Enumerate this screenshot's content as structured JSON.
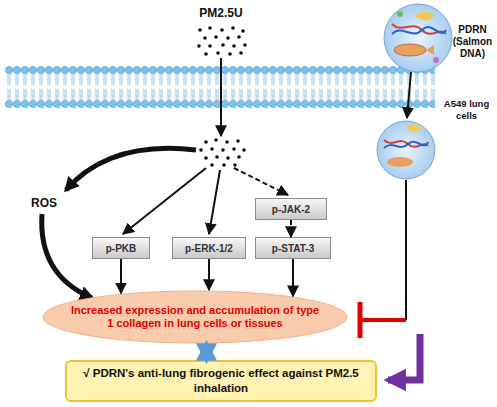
{
  "diagram": {
    "nodes": [
      {
        "text": [
          "p-JAK-2"
        ]
      },
      {
        "text": [
          "p-PKB"
        ]
      },
      {
        "text": [
          "p-ERK-1/2"
        ]
      },
      {
        "text": [
          "p-STAT-3"
        ]
      },
      {
        "text": [
          "Increased expression and accumulation of type 1 collagen in lung cells or tissues"
        ]
      },
      {
        "text": [
          "√ PDRN's anti-lung fibrogenic effect against PM2.5 inhalation"
        ]
      }
    ],
    "edges": [
      {
        "from": 0,
        "to": 3,
        "arrow": "to"
      },
      {
        "from": 1,
        "to": 4,
        "arrow": "to"
      },
      {
        "from": 2,
        "to": 4,
        "arrow": "to"
      },
      {
        "from": 3,
        "to": 4,
        "arrow": "to"
      },
      {
        "from": 4,
        "to": 5,
        "arrow": "both"
      }
    ],
    "labels": [
      "PM2.5U",
      "PDRN (Salmon DNA)",
      "A549 lung cells",
      "ROS"
    ]
  }
}
